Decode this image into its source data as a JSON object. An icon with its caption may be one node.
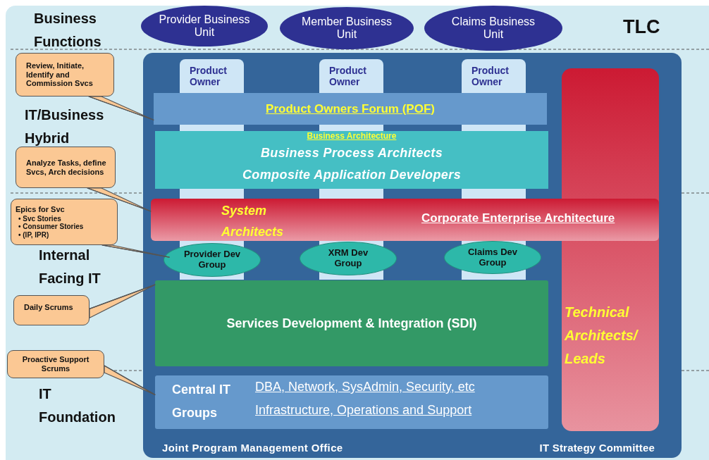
{
  "diagram": {
    "nodes": [
      {
        "text": [
          "Provider Business Unit"
        ]
      },
      {
        "text": [
          "Member Business Unit"
        ]
      },
      {
        "text": [
          "Claims Business Unit"
        ]
      },
      {
        "text": [
          "Joint Program Management Office",
          "IT Strategy Committee"
        ]
      },
      {
        "text": [
          "Product Owner"
        ],
        "in": 3
      },
      {
        "text": [
          "Product Owner"
        ],
        "in": 3
      },
      {
        "text": [
          "Product Owner"
        ],
        "in": 3
      },
      {
        "text": [
          "Product Owners Forum (POF)"
        ],
        "in": 3
      },
      {
        "text": [
          "Business Architecture",
          "Business Process Architects",
          "Composite Application Developers"
        ],
        "in": 3
      },
      {
        "text": [
          "Technical Architects/ Leads"
        ],
        "in": 3
      },
      {
        "text": [
          "System Architects",
          "Corporate Enterprise Architecture"
        ],
        "in": 3
      },
      {
        "text": [
          "Provider Dev Group"
        ],
        "in": 3
      },
      {
        "text": [
          "XRM Dev Group"
        ],
        "in": 3
      },
      {
        "text": [
          "Claims Dev Group"
        ],
        "in": 3
      },
      {
        "text": [
          "Services Development & Integration (SDI)"
        ],
        "in": 3
      },
      {
        "text": [
          "Central IT Groups",
          "DBA, Network, SysAdmin, Security, etc",
          "Infrastructure, Operations and Support"
        ],
        "in": 3
      },
      {
        "text": [
          "Review, Initiate, Identify and Commission Svcs"
        ]
      },
      {
        "text": [
          "Analyze Tasks, define Svcs, Arch decisions"
        ]
      },
      {
        "text": [
          "Epics for Svc",
          "• Svc Stories",
          "• Consumer Stories",
          "• (IP, IPR)"
        ]
      },
      {
        "text": [
          "Daily Scrums"
        ]
      },
      {
        "text": [
          "Proactive Support Scrums"
        ]
      }
    ],
    "edges": [
      {
        "from": 16,
        "to": 7,
        "arrow": "none"
      },
      {
        "from": 17,
        "to": 10,
        "arrow": "none"
      },
      {
        "from": 18,
        "to": 11,
        "arrow": "none"
      },
      {
        "from": 19,
        "to": 14,
        "arrow": "none"
      },
      {
        "from": 20,
        "to": 15,
        "arrow": "none"
      }
    ],
    "labels": [
      "Business Functions",
      "TLC",
      "IT/Business Hybrid",
      "Internal Facing IT",
      "IT Foundation"
    ]
  }
}
